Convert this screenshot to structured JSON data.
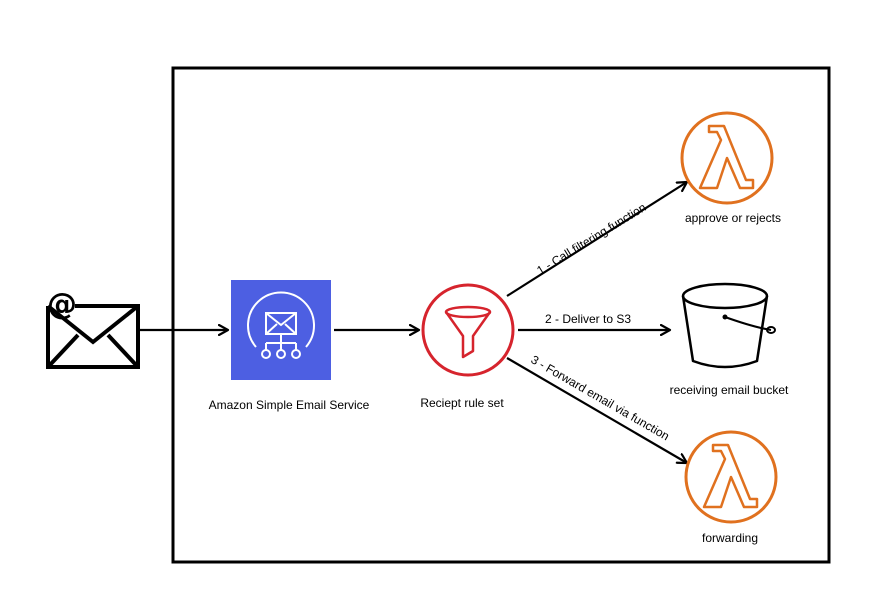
{
  "nodes": {
    "email_icon": {
      "icon": "envelope-at-icon",
      "symbol": "@"
    },
    "ses": {
      "label": "Amazon Simple Email Service",
      "icon": "ses-icon",
      "color": "#4d5fe2"
    },
    "rule_set": {
      "label": "Reciept rule set",
      "icon": "filter-funnel-icon",
      "color": "#d6242d"
    },
    "approve": {
      "label": "approve or rejects",
      "icon": "lambda-icon",
      "color": "#e0711f"
    },
    "bucket": {
      "label": "receiving email bucket",
      "icon": "s3-bucket-icon"
    },
    "forwarding": {
      "label": "forwarding",
      "icon": "lambda-icon",
      "color": "#e0711f"
    }
  },
  "edges": [
    {
      "from": "email_icon",
      "to": "ses",
      "label": ""
    },
    {
      "from": "ses",
      "to": "rule_set",
      "label": ""
    },
    {
      "from": "rule_set",
      "to": "approve",
      "label": "1 - Call filtering function"
    },
    {
      "from": "rule_set",
      "to": "bucket",
      "label": "2 - Deliver to S3"
    },
    {
      "from": "rule_set",
      "to": "forwarding",
      "label": "3 - Forward email via function"
    }
  ]
}
